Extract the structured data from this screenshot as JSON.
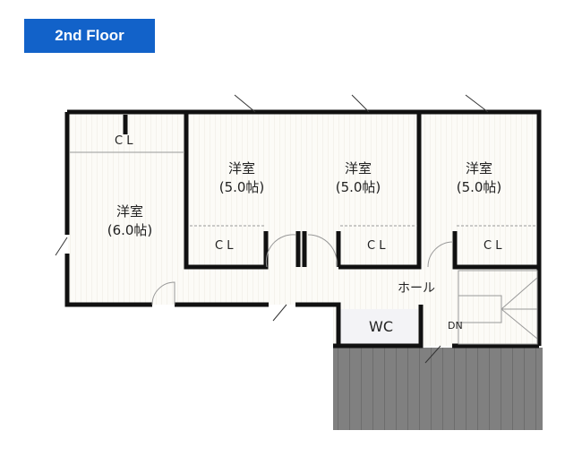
{
  "header": {
    "floor_label": "2nd Floor"
  },
  "rooms": [
    {
      "name": "洋室",
      "size": "(6.0帖)"
    },
    {
      "name": "洋室",
      "size": "(5.0帖)"
    },
    {
      "name": "洋室",
      "size": "(5.0帖)"
    },
    {
      "name": "洋室",
      "size": "(5.0帖)"
    }
  ],
  "closet_label": "C L",
  "hall_label": "ホール",
  "wc_label": "WC",
  "stairs_label": "DN",
  "colors": {
    "badge": "#1262c9",
    "wall": "#111111",
    "floor": "#fbf9f4",
    "balcony": "#7f7f7f"
  }
}
